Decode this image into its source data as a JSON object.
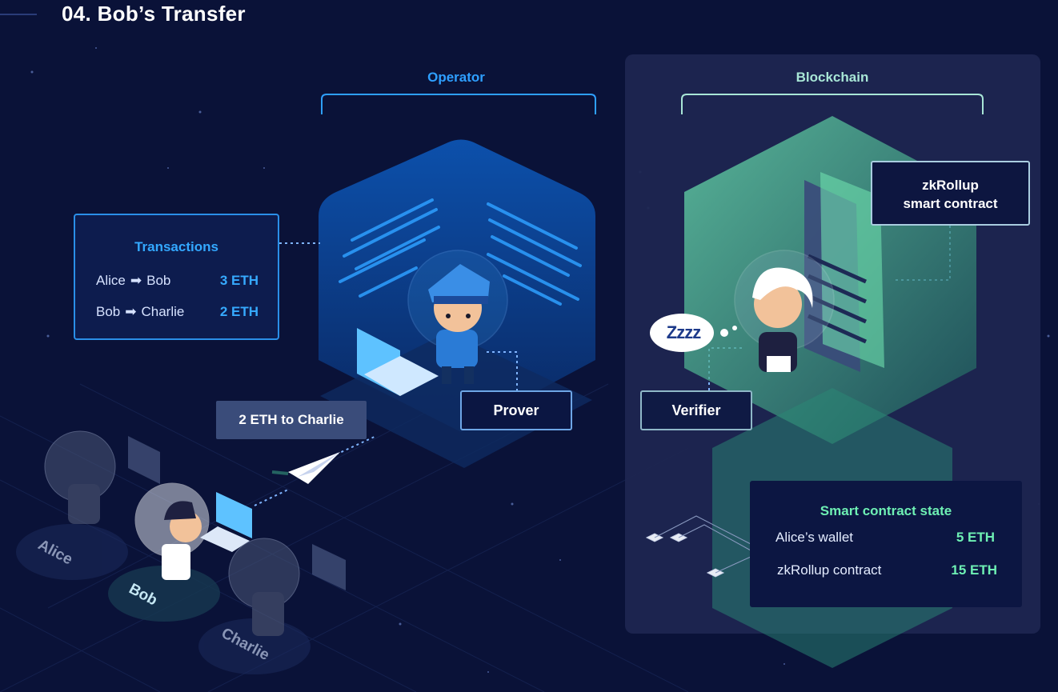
{
  "page": {
    "title": "04. Bob’s Transfer"
  },
  "sections": {
    "operator": "Operator",
    "blockchain": "Blockchain"
  },
  "transactions": {
    "title": "Transactions",
    "rows": [
      {
        "from": "Alice",
        "to": "Bob",
        "amount": "3 ETH"
      },
      {
        "from": "Bob",
        "to": "Charlie",
        "amount": "2 ETH"
      }
    ]
  },
  "roles": {
    "prover": "Prover",
    "verifier": "Verifier"
  },
  "contract": {
    "line1": "zkRollup",
    "line2": "smart contract"
  },
  "message": "2 ETH to Charlie",
  "state": {
    "title": "Smart contract state",
    "rows": [
      {
        "label": "Alice’s wallet",
        "value": "5 ETH"
      },
      {
        "label": "zkRollup contract",
        "value": "15 ETH"
      }
    ]
  },
  "people": {
    "alice": "Alice",
    "bob": "Bob",
    "charlie": "Charlie"
  },
  "sleep": "Zzzz",
  "colors": {
    "background": "#0a1238",
    "operator_accent": "#2e9fff",
    "blockchain_accent": "#6ef0b4",
    "box_fill": "#0d1c4e"
  },
  "icons": [
    "police-operator-character",
    "scientist-verifier-character",
    "paper-plane-icon",
    "laptop-icon",
    "sleep-bubble-icon"
  ]
}
